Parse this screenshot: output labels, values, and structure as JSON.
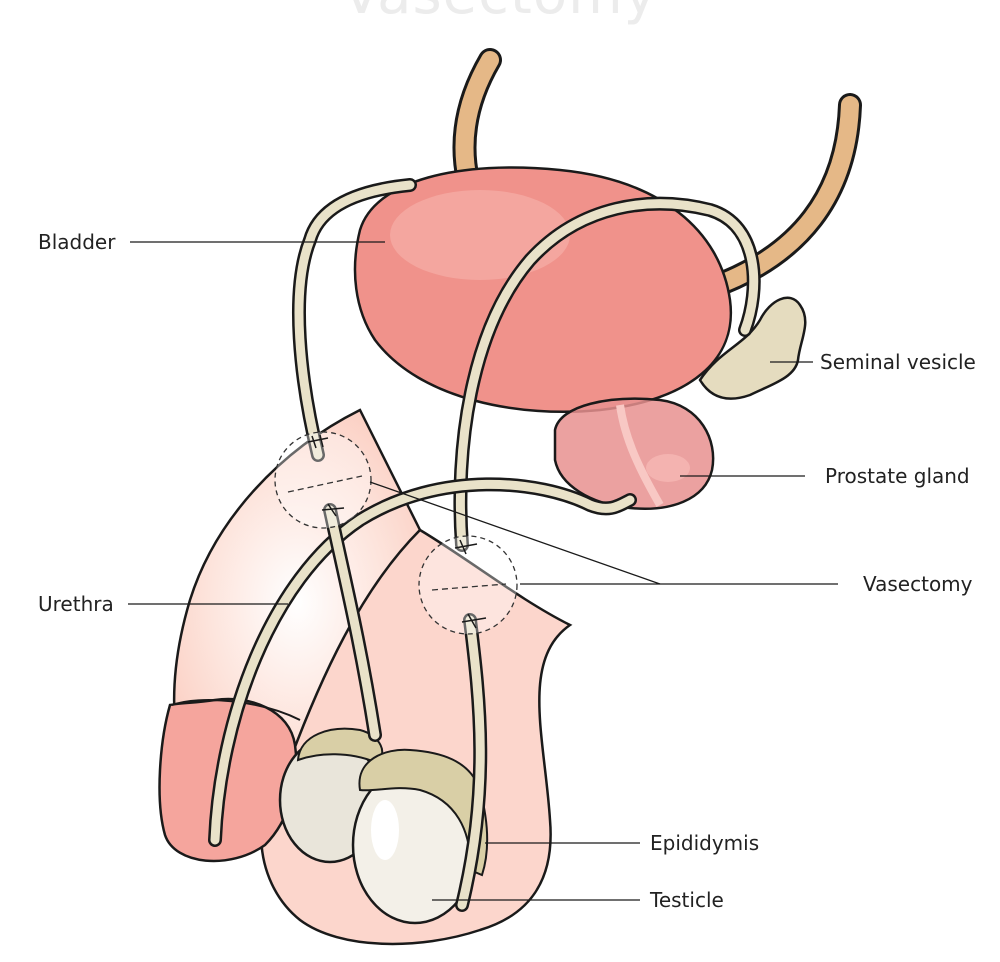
{
  "title": "Vasectomy",
  "labels": {
    "bladder": "Bladder",
    "seminal_vesicle": "Seminal vesicle",
    "prostate_gland": "Prostate gland",
    "vasectomy": "Vasectomy",
    "urethra": "Urethra",
    "epididymis": "Epididymis",
    "testicle": "Testicle"
  },
  "colors": {
    "bladder": "#f0928b",
    "prostate": "#e8908f",
    "vas_deferens": "#e9e2c9",
    "ureter": "#e5b887",
    "skin": "#fcd6cc",
    "glans": "#f5a59d",
    "testicle": "#f3f0e8",
    "epididymis": "#d9cfa6",
    "seminal_vesicle": "#e5dcbf",
    "outline": "#1a1a1a"
  }
}
